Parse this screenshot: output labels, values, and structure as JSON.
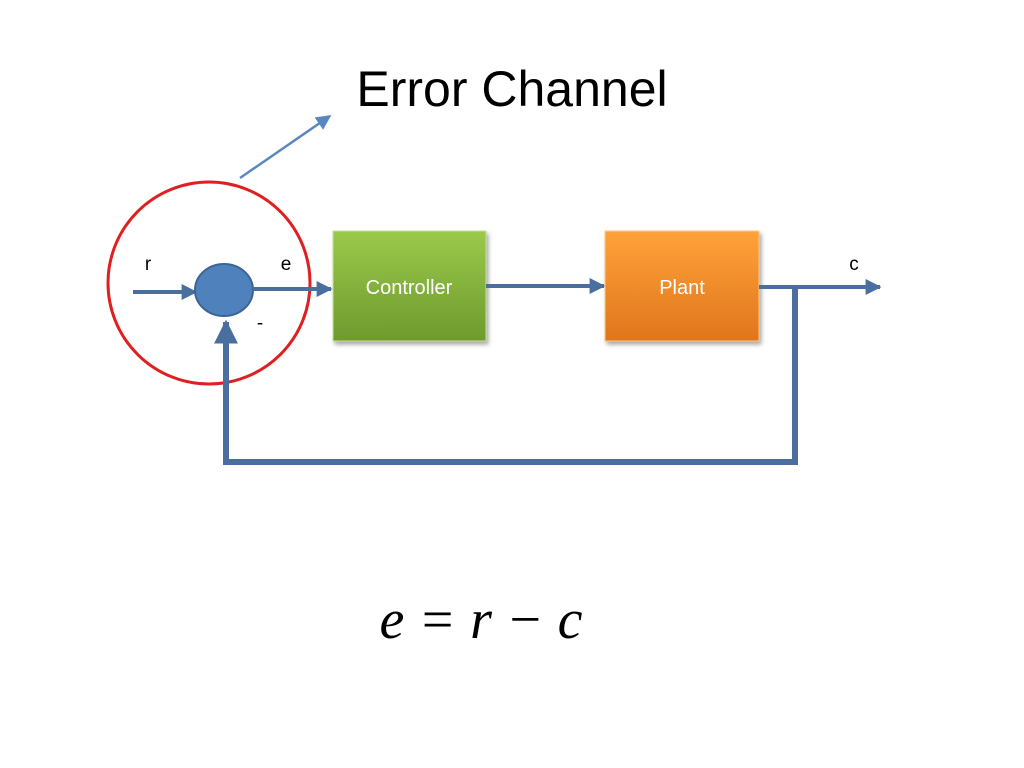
{
  "title": "Error Channel",
  "blocks": {
    "controller": "Controller",
    "plant": "Plant"
  },
  "signals": {
    "reference": "r",
    "error": "e",
    "output": "c",
    "feedback_sign": "-"
  },
  "equation": "e = r − c",
  "colors": {
    "wire": "#4a6f9e",
    "summing_junction": "#4f81bd",
    "highlight_circle": "#e02020",
    "annotation_arrow": "#5a87c0",
    "controller_fill_top": "#9bc94a",
    "controller_fill_bottom": "#6e9a2e",
    "plant_fill_top": "#ffa23a",
    "plant_fill_bottom": "#e0761c"
  }
}
